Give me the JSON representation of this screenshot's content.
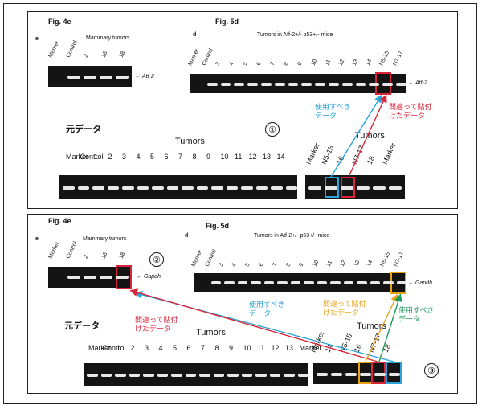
{
  "panel1": {
    "fig_a": {
      "title": "Fig. 4e",
      "letter": "e",
      "header": "Mammary tumors",
      "lanes": [
        "Marker",
        "Control",
        "2",
        "16",
        "18"
      ],
      "gene": "Atf-2"
    },
    "fig_b": {
      "title": "Fig. 5d",
      "letter": "d",
      "header": "Tumors in Atf-2+/- p53+/- mice",
      "lanes": [
        "Marker",
        "Control",
        "3",
        "4",
        "5",
        "6",
        "7",
        "8",
        "9",
        "10",
        "11",
        "12",
        "13",
        "14",
        "N5-15",
        "N7-17"
      ],
      "gene": "Atf-2"
    },
    "original_label": "元データ",
    "marker_circle": "①",
    "annot_correct": "使用すべき\nデータ",
    "annot_wrong": "間違って貼付\nけたデータ",
    "raw": {
      "tumors_label": "Tumors",
      "lanes_left": [
        "Marker",
        "Control",
        "1",
        "2",
        "3",
        "4",
        "5",
        "6",
        "7",
        "8",
        "9",
        "10",
        "11",
        "12",
        "13",
        "14"
      ],
      "tumors_label2": "Tumors",
      "lanes_right": [
        "Marker",
        "N5-15",
        "16",
        "N7-17",
        "18",
        "Marker"
      ]
    }
  },
  "panel2": {
    "fig_a": {
      "title": "Fig. 4e",
      "letter": "e",
      "header": "Mammary tumors",
      "lanes": [
        "Marker",
        "Control",
        "2",
        "16",
        "18"
      ],
      "gene": "Gapdh"
    },
    "fig_b": {
      "title": "Fig. 5d",
      "letter": "d",
      "header": "Tumors in Atf-2+/- p53+/- mice",
      "lanes": [
        "Marker",
        "Control",
        "3",
        "4",
        "5",
        "6",
        "7",
        "8",
        "9",
        "10",
        "11",
        "12",
        "13",
        "14",
        "N5-15",
        "N7-17"
      ],
      "gene": "Gapdh"
    },
    "marker_circle2": "②",
    "marker_circle3": "③",
    "original_label": "元データ",
    "annot_correct_left": "使用すべき\nデータ",
    "annot_wrong_left": "間違って貼付\nけたデータ",
    "annot_wrong_right": "間違って貼付\nけたデータ",
    "annot_correct_right": "使用すべき\nデータ",
    "raw": {
      "tumors_label": "Tumors",
      "lanes_left": [
        "Marker",
        "Control",
        "1",
        "2",
        "3",
        "4",
        "5",
        "6",
        "7",
        "8",
        "9",
        "10",
        "11",
        "12",
        "13",
        "Marker"
      ],
      "tumors_label2": "Tumors",
      "lanes_right": [
        "Marker",
        "14",
        "N5-15",
        "16",
        "N7-17",
        "18"
      ]
    }
  },
  "colors": {
    "correct": "#2aa3d8",
    "wrong": "#d9253a",
    "orange": "#e8a21a",
    "green": "#1e9a5a"
  }
}
